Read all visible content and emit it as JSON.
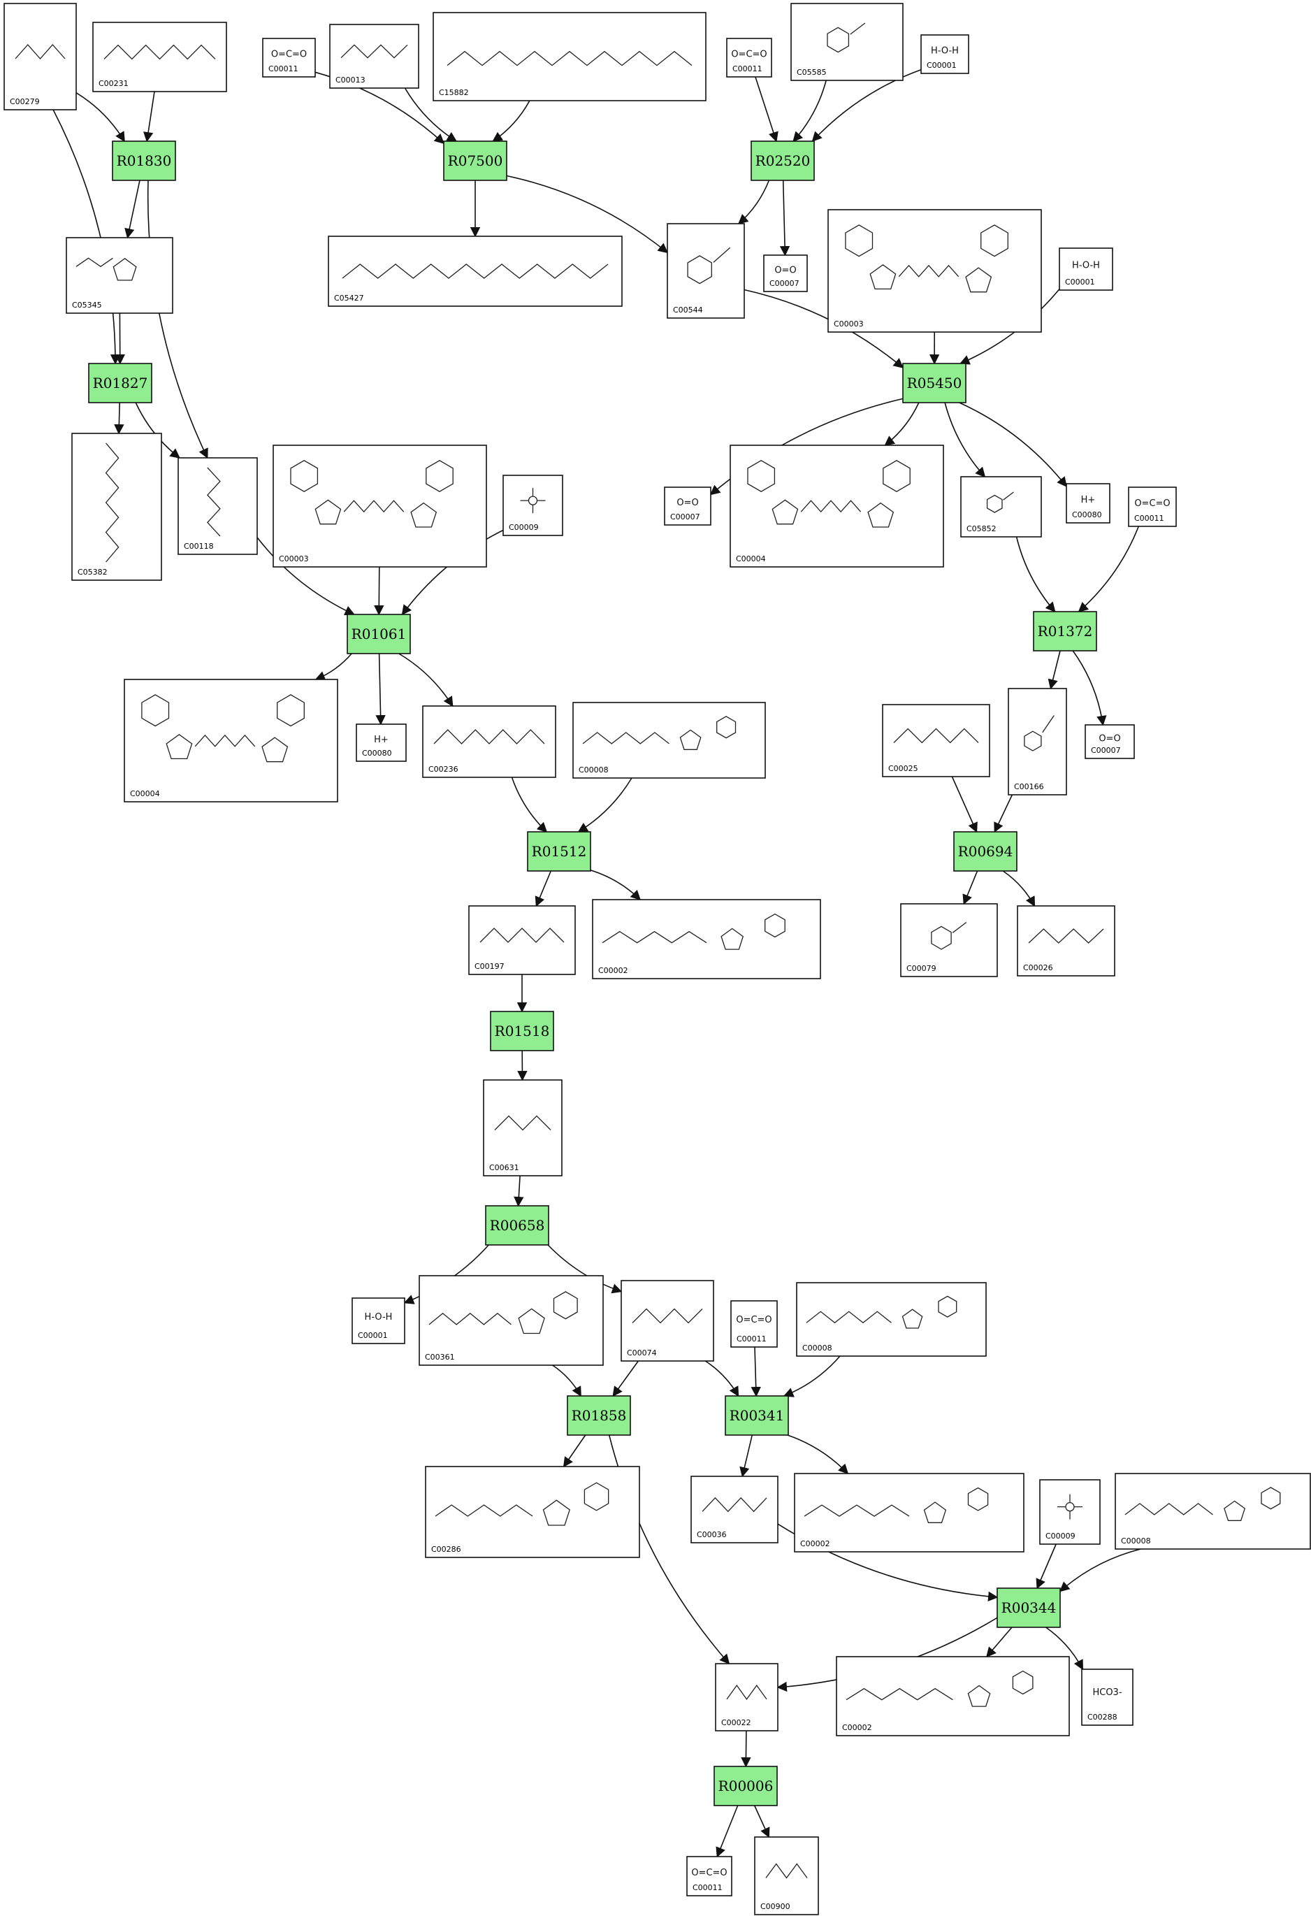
{
  "reactions": [
    {
      "id": "R01830",
      "label": "R01830"
    },
    {
      "id": "R07500",
      "label": "R07500"
    },
    {
      "id": "R02520",
      "label": "R02520"
    },
    {
      "id": "R01827",
      "label": "R01827"
    },
    {
      "id": "R05450",
      "label": "R05450"
    },
    {
      "id": "R01061",
      "label": "R01061"
    },
    {
      "id": "R01372",
      "label": "R01372"
    },
    {
      "id": "R01512",
      "label": "R01512"
    },
    {
      "id": "R00694",
      "label": "R00694"
    },
    {
      "id": "R01518",
      "label": "R01518"
    },
    {
      "id": "R00658",
      "label": "R00658"
    },
    {
      "id": "R01858",
      "label": "R01858"
    },
    {
      "id": "R00341",
      "label": "R00341"
    },
    {
      "id": "R00344",
      "label": "R00344"
    },
    {
      "id": "R00006",
      "label": "R00006"
    }
  ],
  "compounds": [
    {
      "id": "n_C00279",
      "label": "C00279",
      "shape": "chain"
    },
    {
      "id": "n_C00231",
      "label": "C00231",
      "shape": "chain"
    },
    {
      "id": "n_C00011_a",
      "label": "C00011",
      "shape": "small",
      "text": "O=C=O"
    },
    {
      "id": "n_C00013",
      "label": "C00013",
      "shape": "chain"
    },
    {
      "id": "n_C15882",
      "label": "C15882",
      "shape": "long"
    },
    {
      "id": "n_C00011_b",
      "label": "C00011",
      "shape": "small",
      "text": "O=C=O"
    },
    {
      "id": "n_C05585",
      "label": "C05585",
      "shape": "ring"
    },
    {
      "id": "n_C00001_a",
      "label": "C00001",
      "shape": "small",
      "text": "H-O-H"
    },
    {
      "id": "n_C05345",
      "label": "C05345",
      "shape": "sugar"
    },
    {
      "id": "n_C05427",
      "label": "C05427",
      "shape": "long"
    },
    {
      "id": "n_C00544",
      "label": "C00544",
      "shape": "ring"
    },
    {
      "id": "n_C00007_a",
      "label": "C00007",
      "shape": "small",
      "text": "O=O"
    },
    {
      "id": "n_C00003_a",
      "label": "C00003",
      "shape": "nad"
    },
    {
      "id": "n_C00001_b",
      "label": "C00001",
      "shape": "small",
      "text": "H-O-H"
    },
    {
      "id": "n_C05382",
      "label": "C05382",
      "shape": "chainv"
    },
    {
      "id": "n_C00118",
      "label": "C00118",
      "shape": "chainv"
    },
    {
      "id": "n_C00003_b",
      "label": "C00003",
      "shape": "nad"
    },
    {
      "id": "n_C00009_a",
      "label": "C00009",
      "shape": "phos"
    },
    {
      "id": "n_C00007_b",
      "label": "C00007",
      "shape": "small",
      "text": "O=O"
    },
    {
      "id": "n_C00004_a",
      "label": "C00004",
      "shape": "nad"
    },
    {
      "id": "n_C05852",
      "label": "C05852",
      "shape": "ring"
    },
    {
      "id": "n_C00080_a",
      "label": "C00080",
      "shape": "small",
      "text": "H+"
    },
    {
      "id": "n_C00011_c",
      "label": "C00011",
      "shape": "small",
      "text": "O=C=O"
    },
    {
      "id": "n_C00004_b",
      "label": "C00004",
      "shape": "nad"
    },
    {
      "id": "n_C00080_b",
      "label": "C00080",
      "shape": "small",
      "text": "H+"
    },
    {
      "id": "n_C00236",
      "label": "C00236",
      "shape": "chain"
    },
    {
      "id": "n_C00008",
      "label": "C00008",
      "shape": "nuc"
    },
    {
      "id": "n_C00025",
      "label": "C00025",
      "shape": "chain"
    },
    {
      "id": "n_C00166",
      "label": "C00166",
      "shape": "ring"
    },
    {
      "id": "n_C00007_c",
      "label": "C00007",
      "shape": "small",
      "text": "O=O"
    },
    {
      "id": "n_C00197",
      "label": "C00197",
      "shape": "chain"
    },
    {
      "id": "n_C00002_a",
      "label": "C00002",
      "shape": "nuc"
    },
    {
      "id": "n_C00079",
      "label": "C00079",
      "shape": "ring"
    },
    {
      "id": "n_C00026",
      "label": "C00026",
      "shape": "chain"
    },
    {
      "id": "n_C00631",
      "label": "C00631",
      "shape": "chain"
    },
    {
      "id": "n_C00001_c",
      "label": "C00001",
      "shape": "small",
      "text": "H-O-H"
    },
    {
      "id": "n_C00361",
      "label": "C00361",
      "shape": "nuc"
    },
    {
      "id": "n_C00074",
      "label": "C00074",
      "shape": "chain"
    },
    {
      "id": "n_C00011_d",
      "label": "C00011",
      "shape": "small",
      "text": "O=C=O"
    },
    {
      "id": "n_C00008_b",
      "label": "C00008",
      "shape": "nuc"
    },
    {
      "id": "n_C00286",
      "label": "C00286",
      "shape": "nuc"
    },
    {
      "id": "n_C00036",
      "label": "C00036",
      "shape": "chain"
    },
    {
      "id": "n_C00002_b",
      "label": "C00002",
      "shape": "nuc"
    },
    {
      "id": "n_C00009_b",
      "label": "C00009",
      "shape": "phos"
    },
    {
      "id": "n_C00008_c",
      "label": "C00008",
      "shape": "nuc"
    },
    {
      "id": "n_C00022",
      "label": "C00022",
      "shape": "chain"
    },
    {
      "id": "n_C00002_c",
      "label": "C00002",
      "shape": "nuc"
    },
    {
      "id": "n_C00288",
      "label": "C00288",
      "shape": "small",
      "text": "HCO3-"
    },
    {
      "id": "n_C00011_e",
      "label": "C00011",
      "shape": "small",
      "text": "O=C=O"
    },
    {
      "id": "n_C00900",
      "label": "C00900",
      "shape": "chain"
    }
  ],
  "edges": [
    [
      "n_C00279",
      "R01830"
    ],
    [
      "n_C00231",
      "R01830"
    ],
    [
      "R01830",
      "n_C05345"
    ],
    [
      "R01830",
      "n_C00118"
    ],
    [
      "n_C00279",
      "R01827"
    ],
    [
      "n_C05345",
      "R01827"
    ],
    [
      "R01827",
      "n_C05382"
    ],
    [
      "R01827",
      "n_C00118"
    ],
    [
      "n_C00011_a",
      "R07500"
    ],
    [
      "n_C00013",
      "R07500"
    ],
    [
      "n_C15882",
      "R07500"
    ],
    [
      "R07500",
      "n_C05427"
    ],
    [
      "R07500",
      "n_C00544"
    ],
    [
      "n_C00011_b",
      "R02520"
    ],
    [
      "n_C05585",
      "R02520"
    ],
    [
      "n_C00001_a",
      "R02520"
    ],
    [
      "R02520",
      "n_C00544"
    ],
    [
      "R02520",
      "n_C00007_a"
    ],
    [
      "n_C00544",
      "R05450"
    ],
    [
      "n_C00003_a",
      "R05450"
    ],
    [
      "n_C00001_b",
      "R05450"
    ],
    [
      "R05450",
      "n_C00007_b"
    ],
    [
      "R05450",
      "n_C00004_a"
    ],
    [
      "R05450",
      "n_C05852"
    ],
    [
      "R05450",
      "n_C00080_a"
    ],
    [
      "n_C00118",
      "R01061"
    ],
    [
      "n_C00003_b",
      "R01061"
    ],
    [
      "n_C00009_a",
      "R01061"
    ],
    [
      "R01061",
      "n_C00004_b"
    ],
    [
      "R01061",
      "n_C00080_b"
    ],
    [
      "R01061",
      "n_C00236"
    ],
    [
      "n_C05852",
      "R01372"
    ],
    [
      "n_C00011_c",
      "R01372"
    ],
    [
      "R01372",
      "n_C00166"
    ],
    [
      "R01372",
      "n_C00007_c"
    ],
    [
      "n_C00236",
      "R01512"
    ],
    [
      "n_C00008",
      "R01512"
    ],
    [
      "R01512",
      "n_C00197"
    ],
    [
      "R01512",
      "n_C00002_a"
    ],
    [
      "n_C00025",
      "R00694"
    ],
    [
      "n_C00166",
      "R00694"
    ],
    [
      "R00694",
      "n_C00079"
    ],
    [
      "R00694",
      "n_C00026"
    ],
    [
      "n_C00197",
      "R01518"
    ],
    [
      "R01518",
      "n_C00631"
    ],
    [
      "n_C00631",
      "R00658"
    ],
    [
      "R00658",
      "n_C00001_c"
    ],
    [
      "R00658",
      "n_C00074"
    ],
    [
      "n_C00361",
      "R01858"
    ],
    [
      "n_C00074",
      "R01858"
    ],
    [
      "R01858",
      "n_C00286"
    ],
    [
      "R01858",
      "n_C00022"
    ],
    [
      "n_C00074",
      "R00341"
    ],
    [
      "n_C00011_d",
      "R00341"
    ],
    [
      "n_C00008_b",
      "R00341"
    ],
    [
      "R00341",
      "n_C00036"
    ],
    [
      "R00341",
      "n_C00002_b"
    ],
    [
      "n_C00036",
      "R00344"
    ],
    [
      "n_C00009_b",
      "R00344"
    ],
    [
      "n_C00008_c",
      "R00344"
    ],
    [
      "R00344",
      "n_C00022"
    ],
    [
      "R00344",
      "n_C00002_c"
    ],
    [
      "R00344",
      "n_C00288"
    ],
    [
      "n_C00022",
      "R00006"
    ],
    [
      "R00006",
      "n_C00011_e"
    ],
    [
      "R00006",
      "n_C00900"
    ]
  ]
}
